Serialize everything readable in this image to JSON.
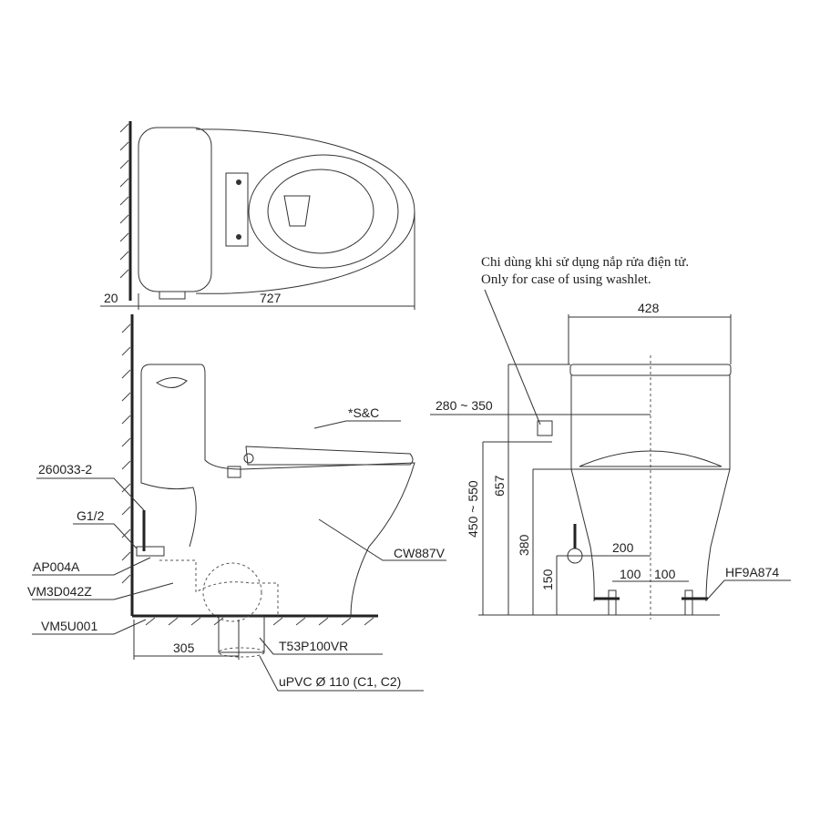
{
  "top_view": {
    "dim_wall_gap": "20",
    "dim_length": "727"
  },
  "side_view": {
    "labels": {
      "seat": "*S&C",
      "hose": "260033-2",
      "thread": "G1/2",
      "valve": "AP004A",
      "flange": "VM3D042Z",
      "bolt": "VM5U001",
      "body": "CW887V",
      "adapter": "T53P100VR",
      "pipe": "uPVC Ø 110 (C1, C2)"
    },
    "dim_rough_in": "305"
  },
  "front_view": {
    "note_vi": "Chi dùng khi sử dụng nắp rửa điện tử.",
    "note_en": "Only for case of using washlet.",
    "dim_width": "428",
    "dim_outlet_offset": "280 ~ 350",
    "dim_outlet_height": "450 ~ 550",
    "dim_total_height": "657",
    "dim_seat_height": "380",
    "dim_supply_height": "150",
    "dim_supply_offset": "200",
    "dim_bolt_left": "100",
    "dim_bolt_right": "100",
    "bolt_label": "HF9A874"
  }
}
